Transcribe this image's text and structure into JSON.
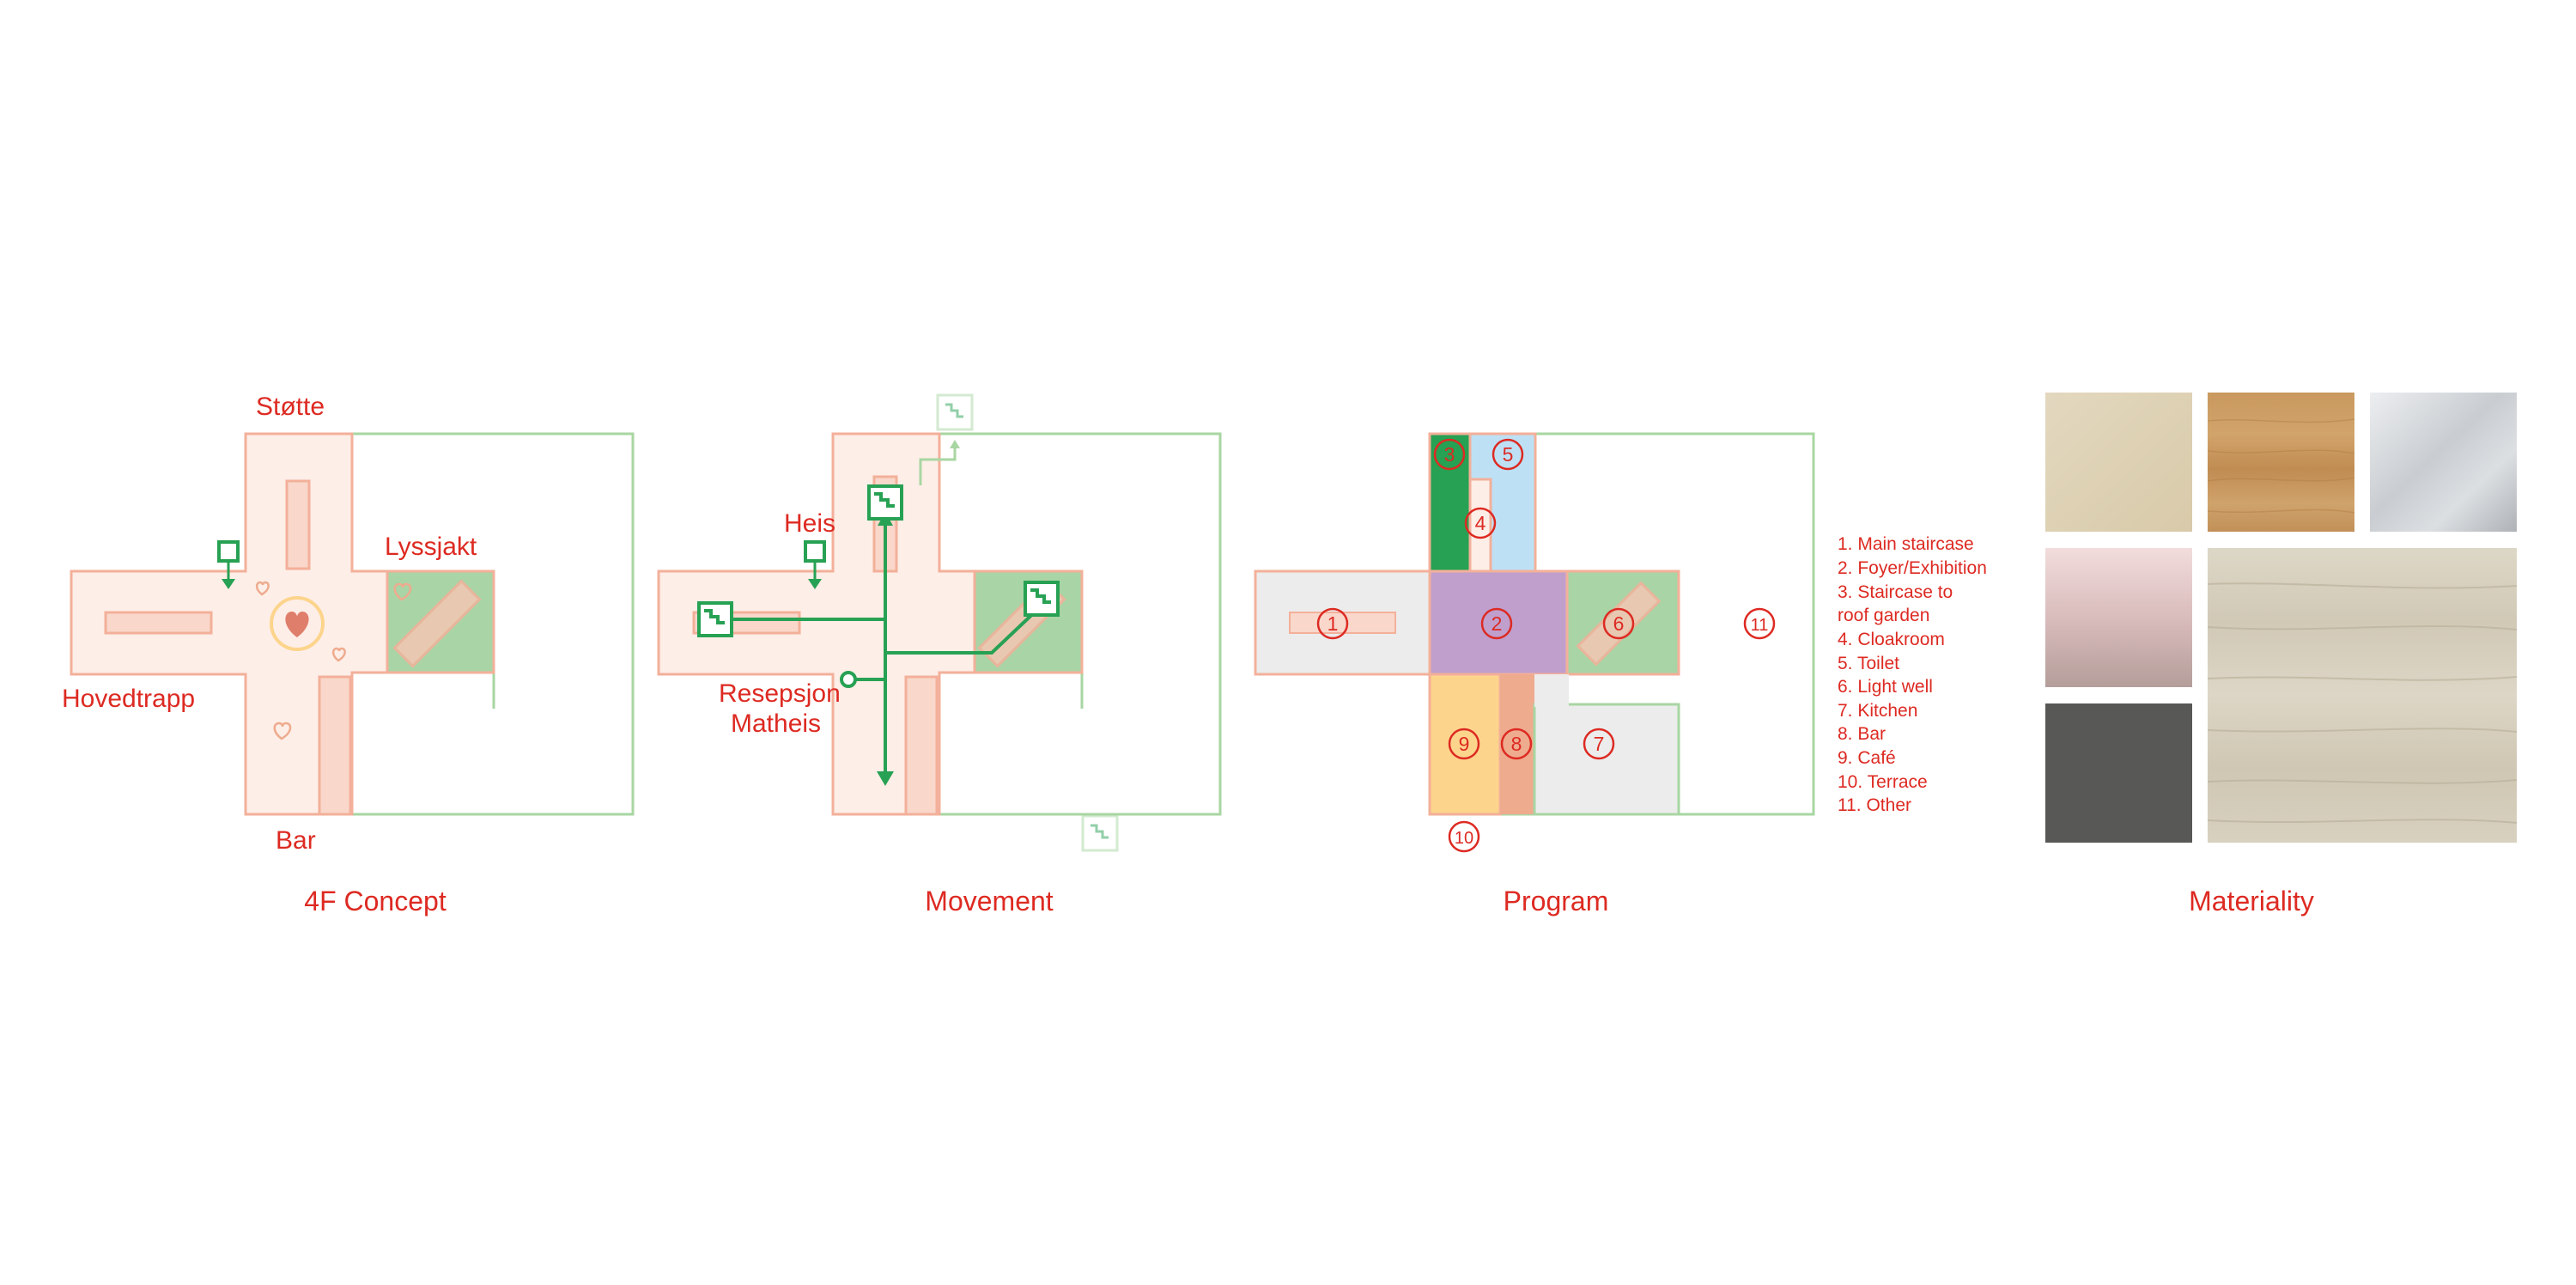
{
  "colors": {
    "red": "#dd2a22",
    "salmon_fill": "#fdeee7",
    "salmon_stroke": "#f3b09a",
    "green_line": "#a8d6a2",
    "green_fill": "#a9d4a6",
    "green_dark": "#27a153",
    "purple": "#c09fcc",
    "blue": "#bee0f5",
    "grey": "#ececec",
    "yellow": "#fdd48c",
    "orange": "#eeab8e"
  },
  "panels": [
    {
      "title": "4F Concept",
      "labels": {
        "support": "Støtte",
        "lightwell": "Lyssjakt",
        "main_stair": "Hovedtrapp",
        "bar": "Bar"
      },
      "icons": [
        "heart-icon",
        "elevator-icon",
        "arrow-down-icon"
      ]
    },
    {
      "title": "Movement",
      "labels": {
        "elevator": "Heis",
        "reception_1": "Resepsjon",
        "reception_2": "Matheis"
      },
      "icons": [
        "stair-icon",
        "elevator-icon",
        "arrow-icon"
      ]
    },
    {
      "title": "Program",
      "numbers": [
        "1",
        "2",
        "3",
        "4",
        "5",
        "6",
        "7",
        "8",
        "9",
        "10",
        "11"
      ],
      "legend": [
        "1. Main staircase",
        "2. Foyer/Exhibition",
        "3. Staircase to",
        "roof garden",
        "4. Cloakroom",
        "5. Toilet",
        "6. Light well",
        "7. Kitchen",
        "8. Bar",
        "9. Café",
        "10. Terrace",
        "11. Other"
      ]
    },
    {
      "title": "Materiality",
      "swatches": [
        "beige",
        "oak-wood",
        "brushed-aluminium",
        "rose-metallic",
        "dark-grey",
        "travertine"
      ]
    }
  ]
}
